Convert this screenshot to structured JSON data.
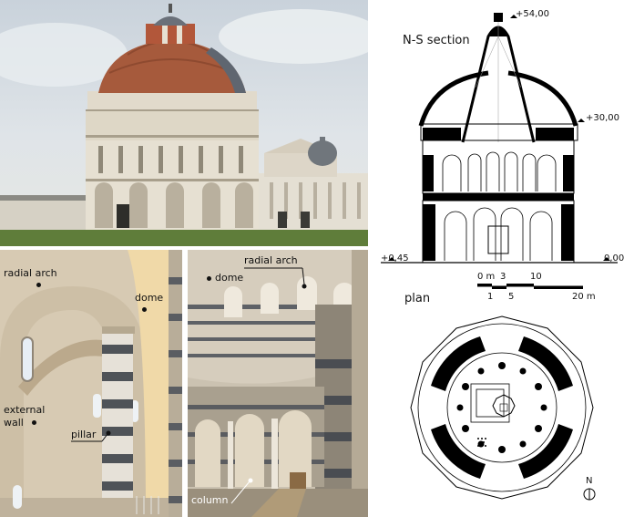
{
  "photo_interior_left": {
    "labels": {
      "radial_arch": "radial arch",
      "dome": "dome",
      "external_wall": "external\nwall",
      "external_wall_line1": "external",
      "external_wall_line2": "wall",
      "pillar": "pillar"
    }
  },
  "photo_interior_right": {
    "labels": {
      "radial_arch": "radial arch",
      "dome": "dome",
      "column": "column"
    }
  },
  "section": {
    "title": "N-S section",
    "elevations": {
      "top": "+54,00",
      "mid": "+30,00",
      "left_ground": "+0,45",
      "right_ground": "0,00"
    },
    "scale": {
      "top_ticks": [
        "0 m",
        "3",
        "10"
      ],
      "bottom_ticks": [
        "1",
        "5",
        "20 m"
      ]
    }
  },
  "plan": {
    "title": "plan",
    "north": "N"
  }
}
